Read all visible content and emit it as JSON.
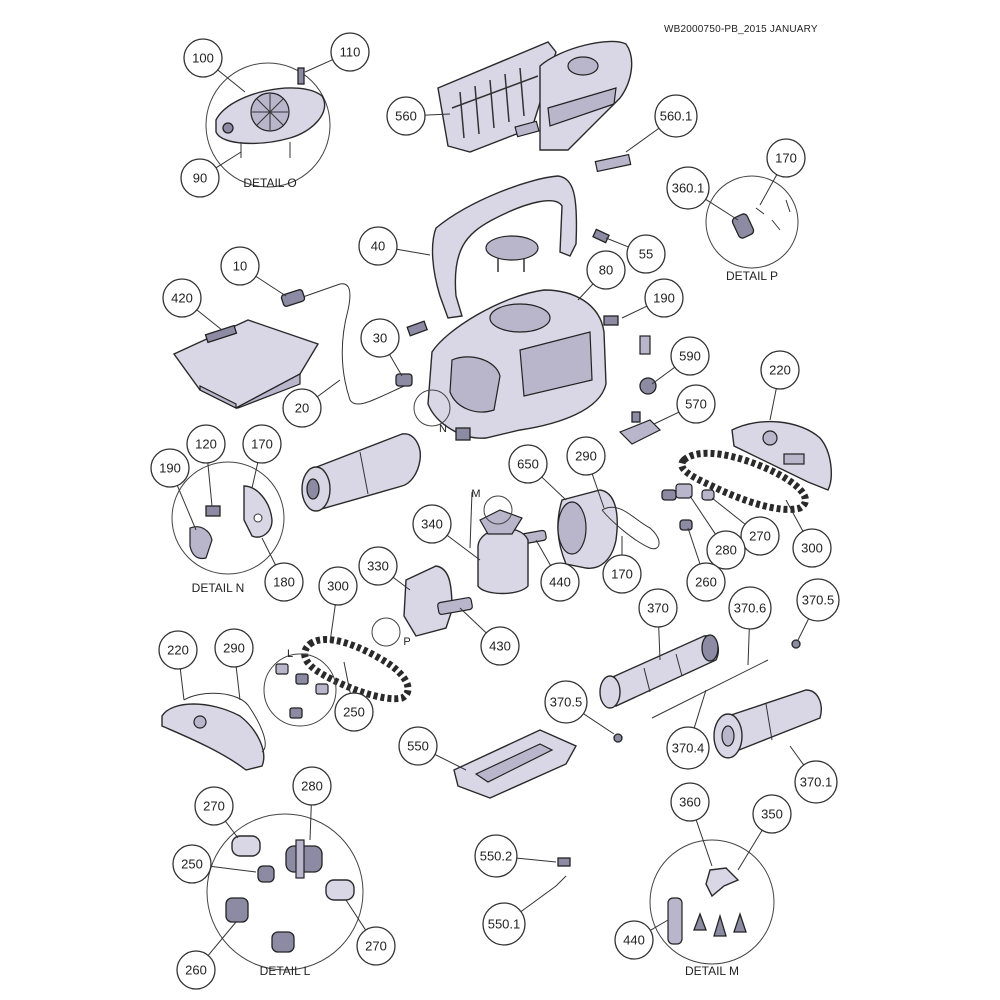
{
  "document_code": "WB2000750-PB_2015 JANUARY",
  "details": {
    "o": "DETAIL O",
    "p": "DETAIL P",
    "n": "DETAIL N",
    "l": "DETAIL L",
    "m": "DETAIL M"
  },
  "small_letters": {
    "n": "N",
    "m": "M",
    "p": "P",
    "l": "L"
  },
  "callouts": {
    "c100": "100",
    "c110": "110",
    "c90": "90",
    "c560": "560",
    "c560_1": "560.1",
    "c170_p": "170",
    "c360_1": "360.1",
    "c40": "40",
    "c55": "55",
    "c80": "80",
    "c10": "10",
    "c420": "420",
    "c30": "30",
    "c20": "20",
    "c190_a": "190",
    "c590": "590",
    "c570": "570",
    "c220_a": "220",
    "c120": "120",
    "c170_n": "170",
    "c190_n": "190",
    "c180": "180",
    "c650": "650",
    "c290_a": "290",
    "c340": "340",
    "c330": "330",
    "c300_a": "300",
    "c270_a": "270",
    "c280_a": "280",
    "c300_b": "300",
    "c440_a": "440",
    "c170_b": "170",
    "c260_a": "260",
    "c430": "430",
    "c370": "370",
    "c370_6": "370.6",
    "c370_5a": "370.5",
    "c220_b": "220",
    "c290_b": "290",
    "c250_a": "250",
    "c370_5b": "370.5",
    "c370_4": "370.4",
    "c370_1": "370.1",
    "c550": "550",
    "c270_b": "270",
    "c280_b": "280",
    "c250_b": "250",
    "c270_c": "270",
    "c260_b": "260",
    "c550_2": "550.2",
    "c550_1": "550.1",
    "c360": "360",
    "c350": "350",
    "c440_b": "440"
  }
}
